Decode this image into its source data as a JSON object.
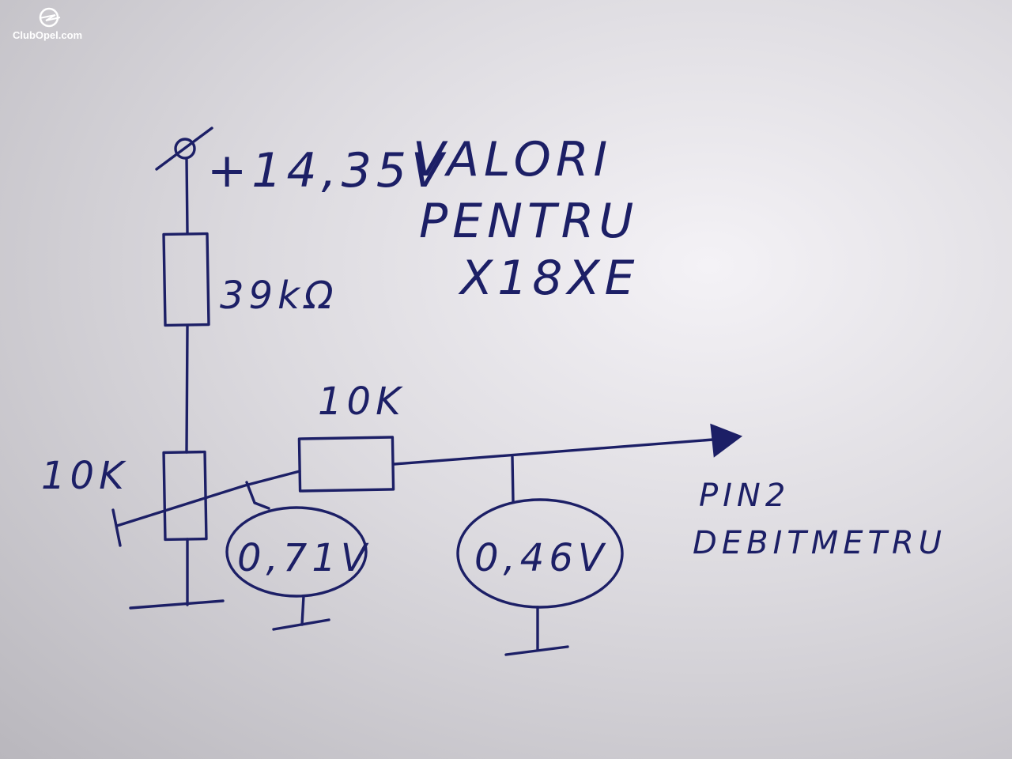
{
  "watermark": {
    "text": "ClubOpel.com",
    "icon": "opel-logo-icon"
  },
  "supply": {
    "label": "+14,35V"
  },
  "note": {
    "lines": [
      "VALORI",
      "PENTRU",
      "X18XE"
    ]
  },
  "resistors": {
    "top": "39kΩ",
    "series": "10K",
    "pot": "10K"
  },
  "meters": {
    "first": "0,71V",
    "second": "0,46V"
  },
  "output": {
    "lines": [
      "PIN2",
      "DEBITMETRU"
    ]
  },
  "colors": {
    "ink": "#1c1f66",
    "paper": "#e6e4e9"
  }
}
